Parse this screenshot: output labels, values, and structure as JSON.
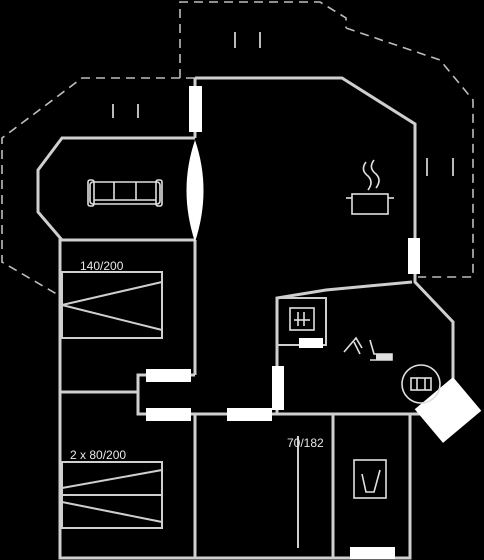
{
  "rooms": {
    "bedroom_top": {
      "bed_label": "140/200"
    },
    "bedroom_bottom": {
      "bed_label": "2 x 80/200"
    },
    "bathroom": {
      "bed_label": "70/182"
    }
  },
  "icons": {
    "living": "sofa-icon",
    "kitchen": "cooking-pot-icon",
    "utility": "washing-machine-icon",
    "sauna": "sauna-stove-icon",
    "bath": "bath-tub-icon",
    "toilet": "toilet-icon",
    "shower": "shower-icon"
  },
  "colors": {
    "background": "#000000",
    "lines": "#cfcfcf",
    "openings": "#ffffff"
  }
}
